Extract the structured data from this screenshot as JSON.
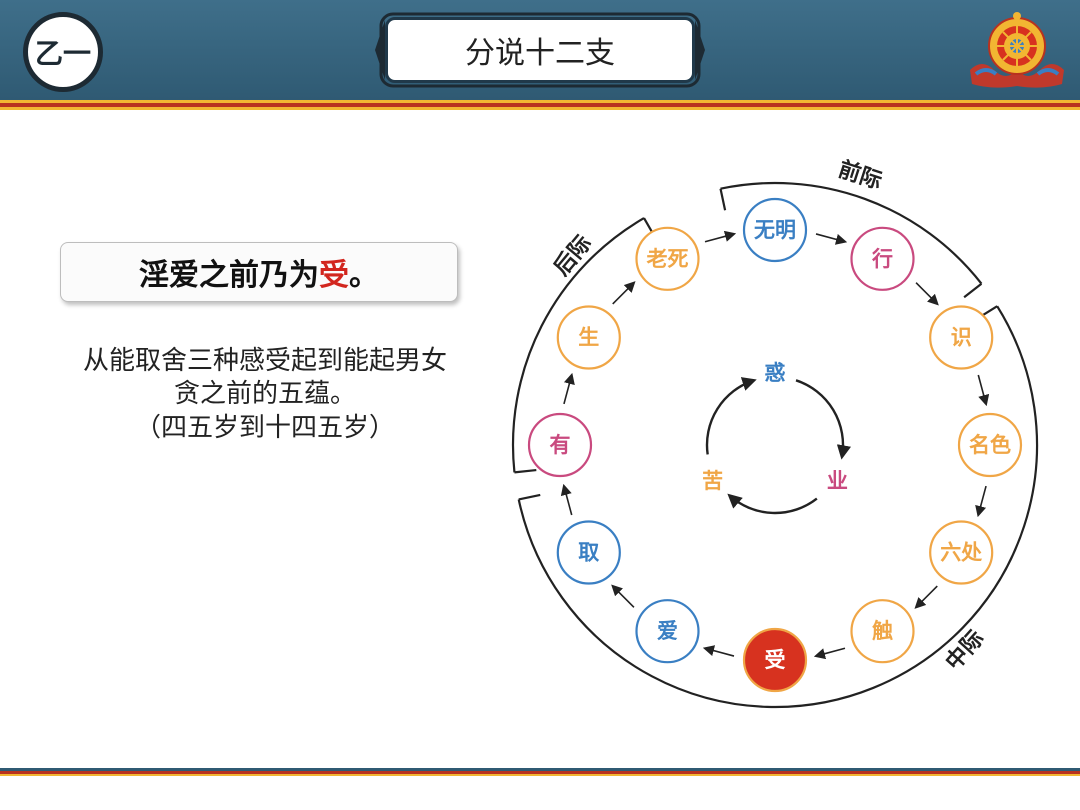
{
  "header": {
    "badge": "乙一",
    "title": "分说十二支"
  },
  "card": {
    "text_main": "淫爱之前乃为",
    "text_highlight": "受",
    "text_end": "。"
  },
  "description": {
    "lines": [
      "从能取舍三种感受起到能起男女",
      "贪之前的五蕴。",
      "（四五岁到十四五岁）"
    ]
  },
  "colors": {
    "blue": "#3a7fc3",
    "pink": "#c94a7f",
    "orange": "#f0a646",
    "red_fill": "#d7321f",
    "header": "#2f5a73"
  },
  "diagram": {
    "sections": {
      "front": "前际",
      "back": "后际",
      "middle": "中际"
    },
    "nodes": [
      {
        "label": "无明",
        "color": "blue"
      },
      {
        "label": "行",
        "color": "pink"
      },
      {
        "label": "识",
        "color": "orange"
      },
      {
        "label": "名色",
        "color": "orange"
      },
      {
        "label": "六处",
        "color": "orange"
      },
      {
        "label": "触",
        "color": "orange"
      },
      {
        "label": "受",
        "color": "red_fill"
      },
      {
        "label": "爱",
        "color": "blue"
      },
      {
        "label": "取",
        "color": "blue"
      },
      {
        "label": "有",
        "color": "pink"
      },
      {
        "label": "生",
        "color": "orange"
      },
      {
        "label": "老死",
        "color": "orange"
      }
    ],
    "cycle": [
      {
        "label": "惑",
        "color": "blue"
      },
      {
        "label": "业",
        "color": "pink"
      },
      {
        "label": "苦",
        "color": "orange"
      }
    ]
  }
}
